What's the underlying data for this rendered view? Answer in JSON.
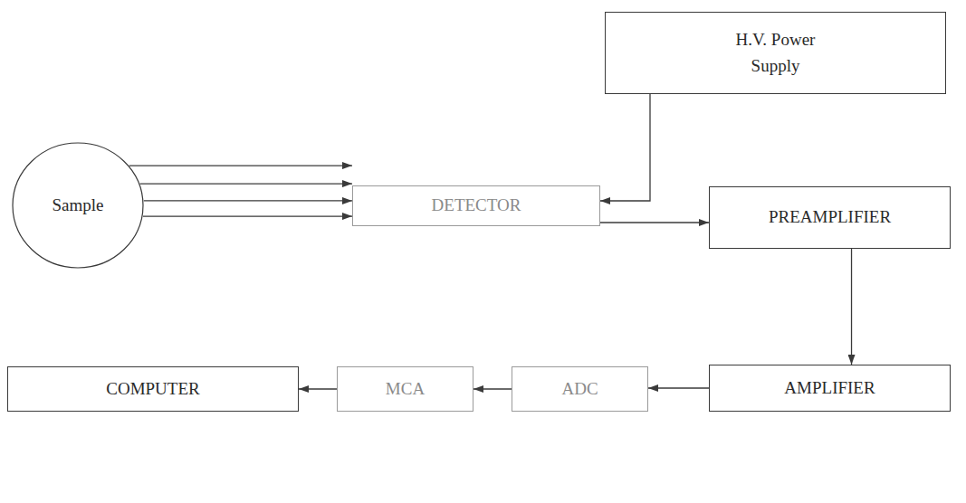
{
  "diagram": {
    "nodes": [
      {
        "text": [
          "H.V. Power Supply"
        ]
      },
      {
        "text": [
          "Sample"
        ]
      },
      {
        "text": [
          "DETECTOR"
        ]
      },
      {
        "text": [
          "PREAMPLIFIER"
        ]
      },
      {
        "text": [
          "COMPUTER"
        ]
      },
      {
        "text": [
          "MCA"
        ]
      },
      {
        "text": [
          "ADC"
        ]
      },
      {
        "text": [
          "AMPLIFIER"
        ]
      }
    ],
    "edges": [
      {
        "from": 1,
        "to": 2,
        "arrow": "to"
      },
      {
        "from": 0,
        "to": 2,
        "arrow": "to"
      },
      {
        "from": 2,
        "to": 3,
        "arrow": "to"
      },
      {
        "from": 3,
        "to": 7,
        "arrow": "to"
      },
      {
        "from": 7,
        "to": 6,
        "arrow": "to"
      },
      {
        "from": 6,
        "to": 5,
        "arrow": "to"
      },
      {
        "from": 5,
        "to": 4,
        "arrow": "to"
      }
    ]
  }
}
